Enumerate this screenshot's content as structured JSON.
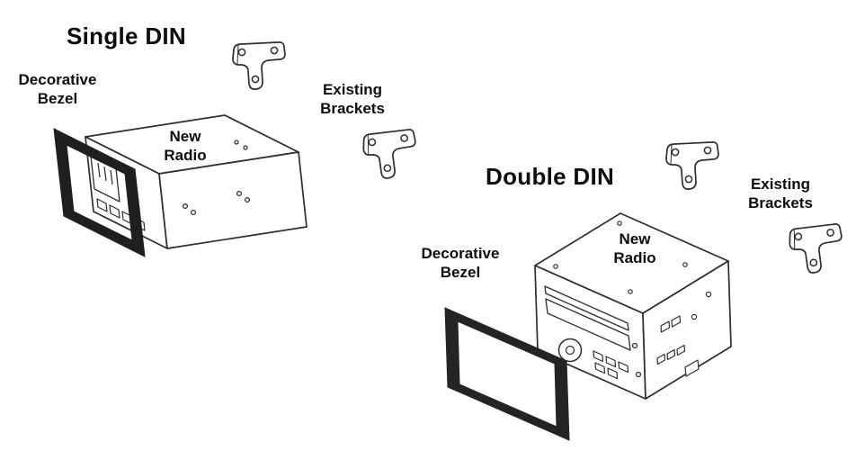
{
  "single": {
    "title": "Single DIN",
    "bezel_label": [
      "Decorative",
      "Bezel"
    ],
    "radio_label": [
      "New",
      "Radio"
    ],
    "brackets_label": [
      "Existing",
      "Brackets"
    ]
  },
  "double": {
    "title": "Double DIN",
    "bezel_label": [
      "Decorative",
      "Bezel"
    ],
    "radio_label": [
      "New",
      "Radio"
    ],
    "brackets_label": [
      "Existing",
      "Brackets"
    ]
  },
  "colors": {
    "line": "#2e2e2e",
    "bezel_fill": "#1f1f1f",
    "background": "#ffffff",
    "text": "#0d0d0d"
  }
}
